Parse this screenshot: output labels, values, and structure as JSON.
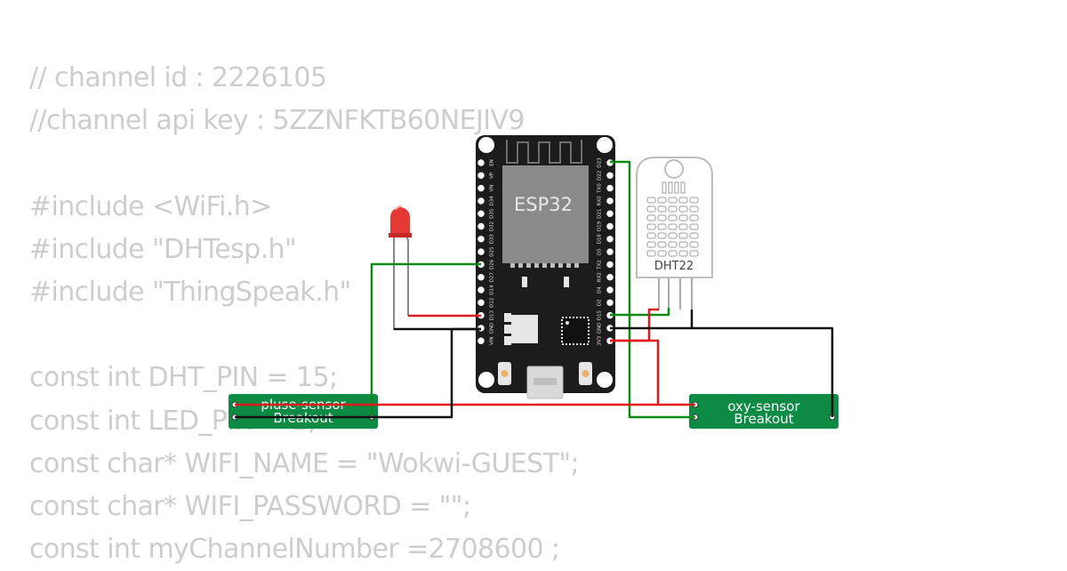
{
  "code_lines": [
    "// channel id : 2226105",
    "//channel api key : 5ZZNFKTB60NEJIV9",
    "",
    "#include <WiFi.h>",
    "#include \"DHTesp.h\"",
    "#include \"ThingSpeak.h\"",
    "",
    "const int DHT_PIN = 15;",
    "const int LED_PIN = 2;",
    "const char* WIFI_NAME = \"Wokwi-GUEST\";",
    "const char* WIFI_PASSWORD = \"\";",
    "const int myChannelNumber =2708600 ;"
  ],
  "esp32": {
    "chip_label": "ESP32",
    "left_pins": [
      "EN",
      "VP",
      "VN",
      "D34",
      "D35",
      "D32",
      "D33",
      "D25",
      "D26",
      "D27",
      "D14",
      "D12",
      "D13",
      "GND",
      "VIN"
    ],
    "right_pins": [
      "D23",
      "D22",
      "TX0",
      "RX0",
      "D21",
      "D19",
      "D18",
      "D5",
      "TX2",
      "RX2",
      "D4",
      "D2",
      "D15",
      "GND",
      "3V3"
    ]
  },
  "dht22": {
    "label": "DHT22"
  },
  "pulse_breakout": {
    "line1": "pluse-sensor",
    "line2": "Breakout"
  },
  "oxy_breakout": {
    "line1": "oxy-sensor",
    "line2": "Breakout"
  },
  "colors": {
    "wire_green": "#0e8a16",
    "wire_red": "#e0191c",
    "wire_black": "#111111",
    "breakout_green": "#0d8a44",
    "board_black": "#1c1c1c",
    "chip_gray": "#8a8a8a",
    "led_red": "#e53935"
  }
}
